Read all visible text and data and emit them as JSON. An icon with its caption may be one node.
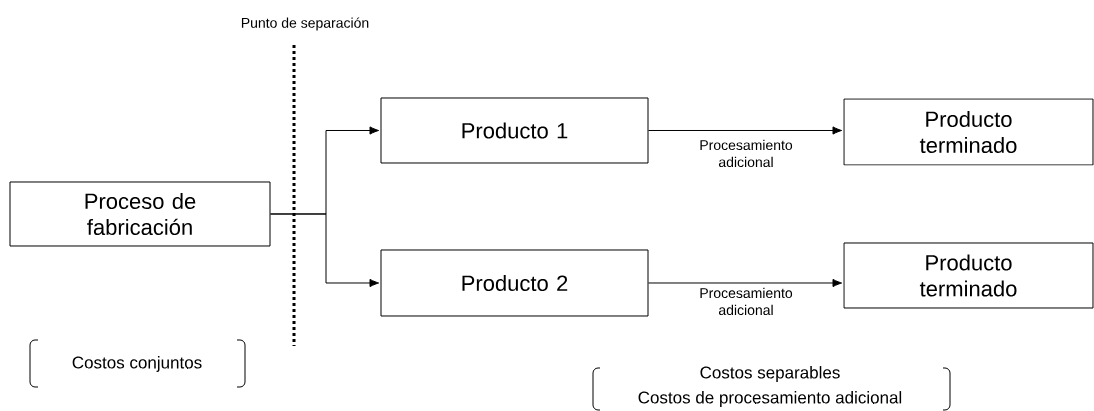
{
  "diagram": {
    "nodes": [
      {
        "text": [
          "Proceso de fabricación"
        ]
      },
      {
        "text": [
          "Producto 1"
        ]
      },
      {
        "text": [
          "Producto 2"
        ]
      },
      {
        "text": [
          "Producto terminado"
        ]
      },
      {
        "text": [
          "Producto terminado"
        ]
      }
    ],
    "edges": [
      {
        "from": 0,
        "to": 1,
        "arrow": "to"
      },
      {
        "from": 0,
        "to": 2,
        "arrow": "to"
      },
      {
        "from": 1,
        "to": 3,
        "arrow": "to",
        "label": "Procesamiento adicional"
      },
      {
        "from": 2,
        "to": 4,
        "arrow": "to",
        "label": "Procesamiento adicional"
      }
    ],
    "labels": [
      "Punto de separación",
      "Costos conjuntos",
      "Costos separables",
      "Costos de procesamiento adicional"
    ]
  }
}
